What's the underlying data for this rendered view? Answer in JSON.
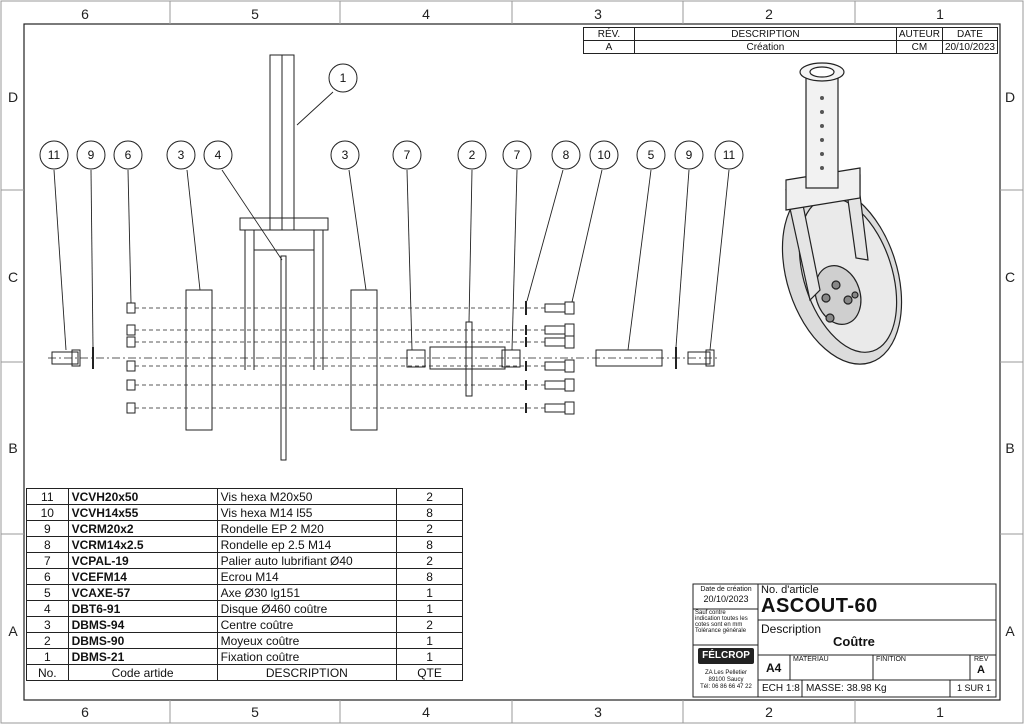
{
  "zones": {
    "columns": [
      "6",
      "5",
      "4",
      "3",
      "2",
      "1"
    ],
    "rows": [
      "D",
      "C",
      "B",
      "A"
    ]
  },
  "revision": {
    "headers": [
      "RÉV.",
      "DESCRIPTION",
      "AUTEUR",
      "DATE"
    ],
    "row": [
      "A",
      "Création",
      "CM",
      "20/10/2023"
    ]
  },
  "balloons": [
    "1",
    "11",
    "9",
    "6",
    "3",
    "4",
    "3",
    "7",
    "2",
    "7",
    "8",
    "10",
    "5",
    "9",
    "11"
  ],
  "bom": {
    "headers": [
      "No.",
      "Code artide",
      "DESCRIPTION",
      "QTE"
    ],
    "rows": [
      [
        "11",
        "VCVH20x50",
        "Vis hexa M20x50",
        "2"
      ],
      [
        "10",
        "VCVH14x55",
        "Vis hexa M14 l55",
        "8"
      ],
      [
        "9",
        "VCRM20x2",
        "Rondelle EP 2 M20",
        "2"
      ],
      [
        "8",
        "VCRM14x2.5",
        "Rondelle ep 2.5 M14",
        "8"
      ],
      [
        "7",
        "VCPAL-19",
        "Palier auto lubrifiant Ø40",
        "2"
      ],
      [
        "6",
        "VCEFM14",
        "Ecrou M14",
        "8"
      ],
      [
        "5",
        "VCAXE-57",
        "Axe Ø30 lg151",
        "1"
      ],
      [
        "4",
        "DBT6-91",
        "Disque Ø460 coûtre",
        "1"
      ],
      [
        "3",
        "DBMS-94",
        "Centre coûtre",
        "2"
      ],
      [
        "2",
        "DBMS-90",
        "Moyeux coûtre",
        "1"
      ],
      [
        "1",
        "DBMS-21",
        "Fixation coûtre",
        "1"
      ]
    ]
  },
  "title_block": {
    "date_label": "Date de création",
    "date_value": "20/10/2023",
    "notes": [
      "Sauf contre",
      "indication toutes les",
      "cotes sont en mm",
      "Tolérance générale"
    ],
    "logo": "FÉLCROP",
    "address": [
      "ZA Les Pelletier",
      "89100 Saucy",
      "Tél: 06 86 66 47 22"
    ],
    "article_label": "No. d'article",
    "article": "ASCOUT-60",
    "description_label": "Description",
    "description": "Coûtre",
    "format": "A4",
    "materiau_label": "MATERIAU",
    "finition_label": "FINITION",
    "rev_label": "REV",
    "rev_value": "A",
    "scale": "ECH 1:8",
    "mass": "MASSE: 38.98 Kg",
    "sheet": "1 SUR 1"
  }
}
